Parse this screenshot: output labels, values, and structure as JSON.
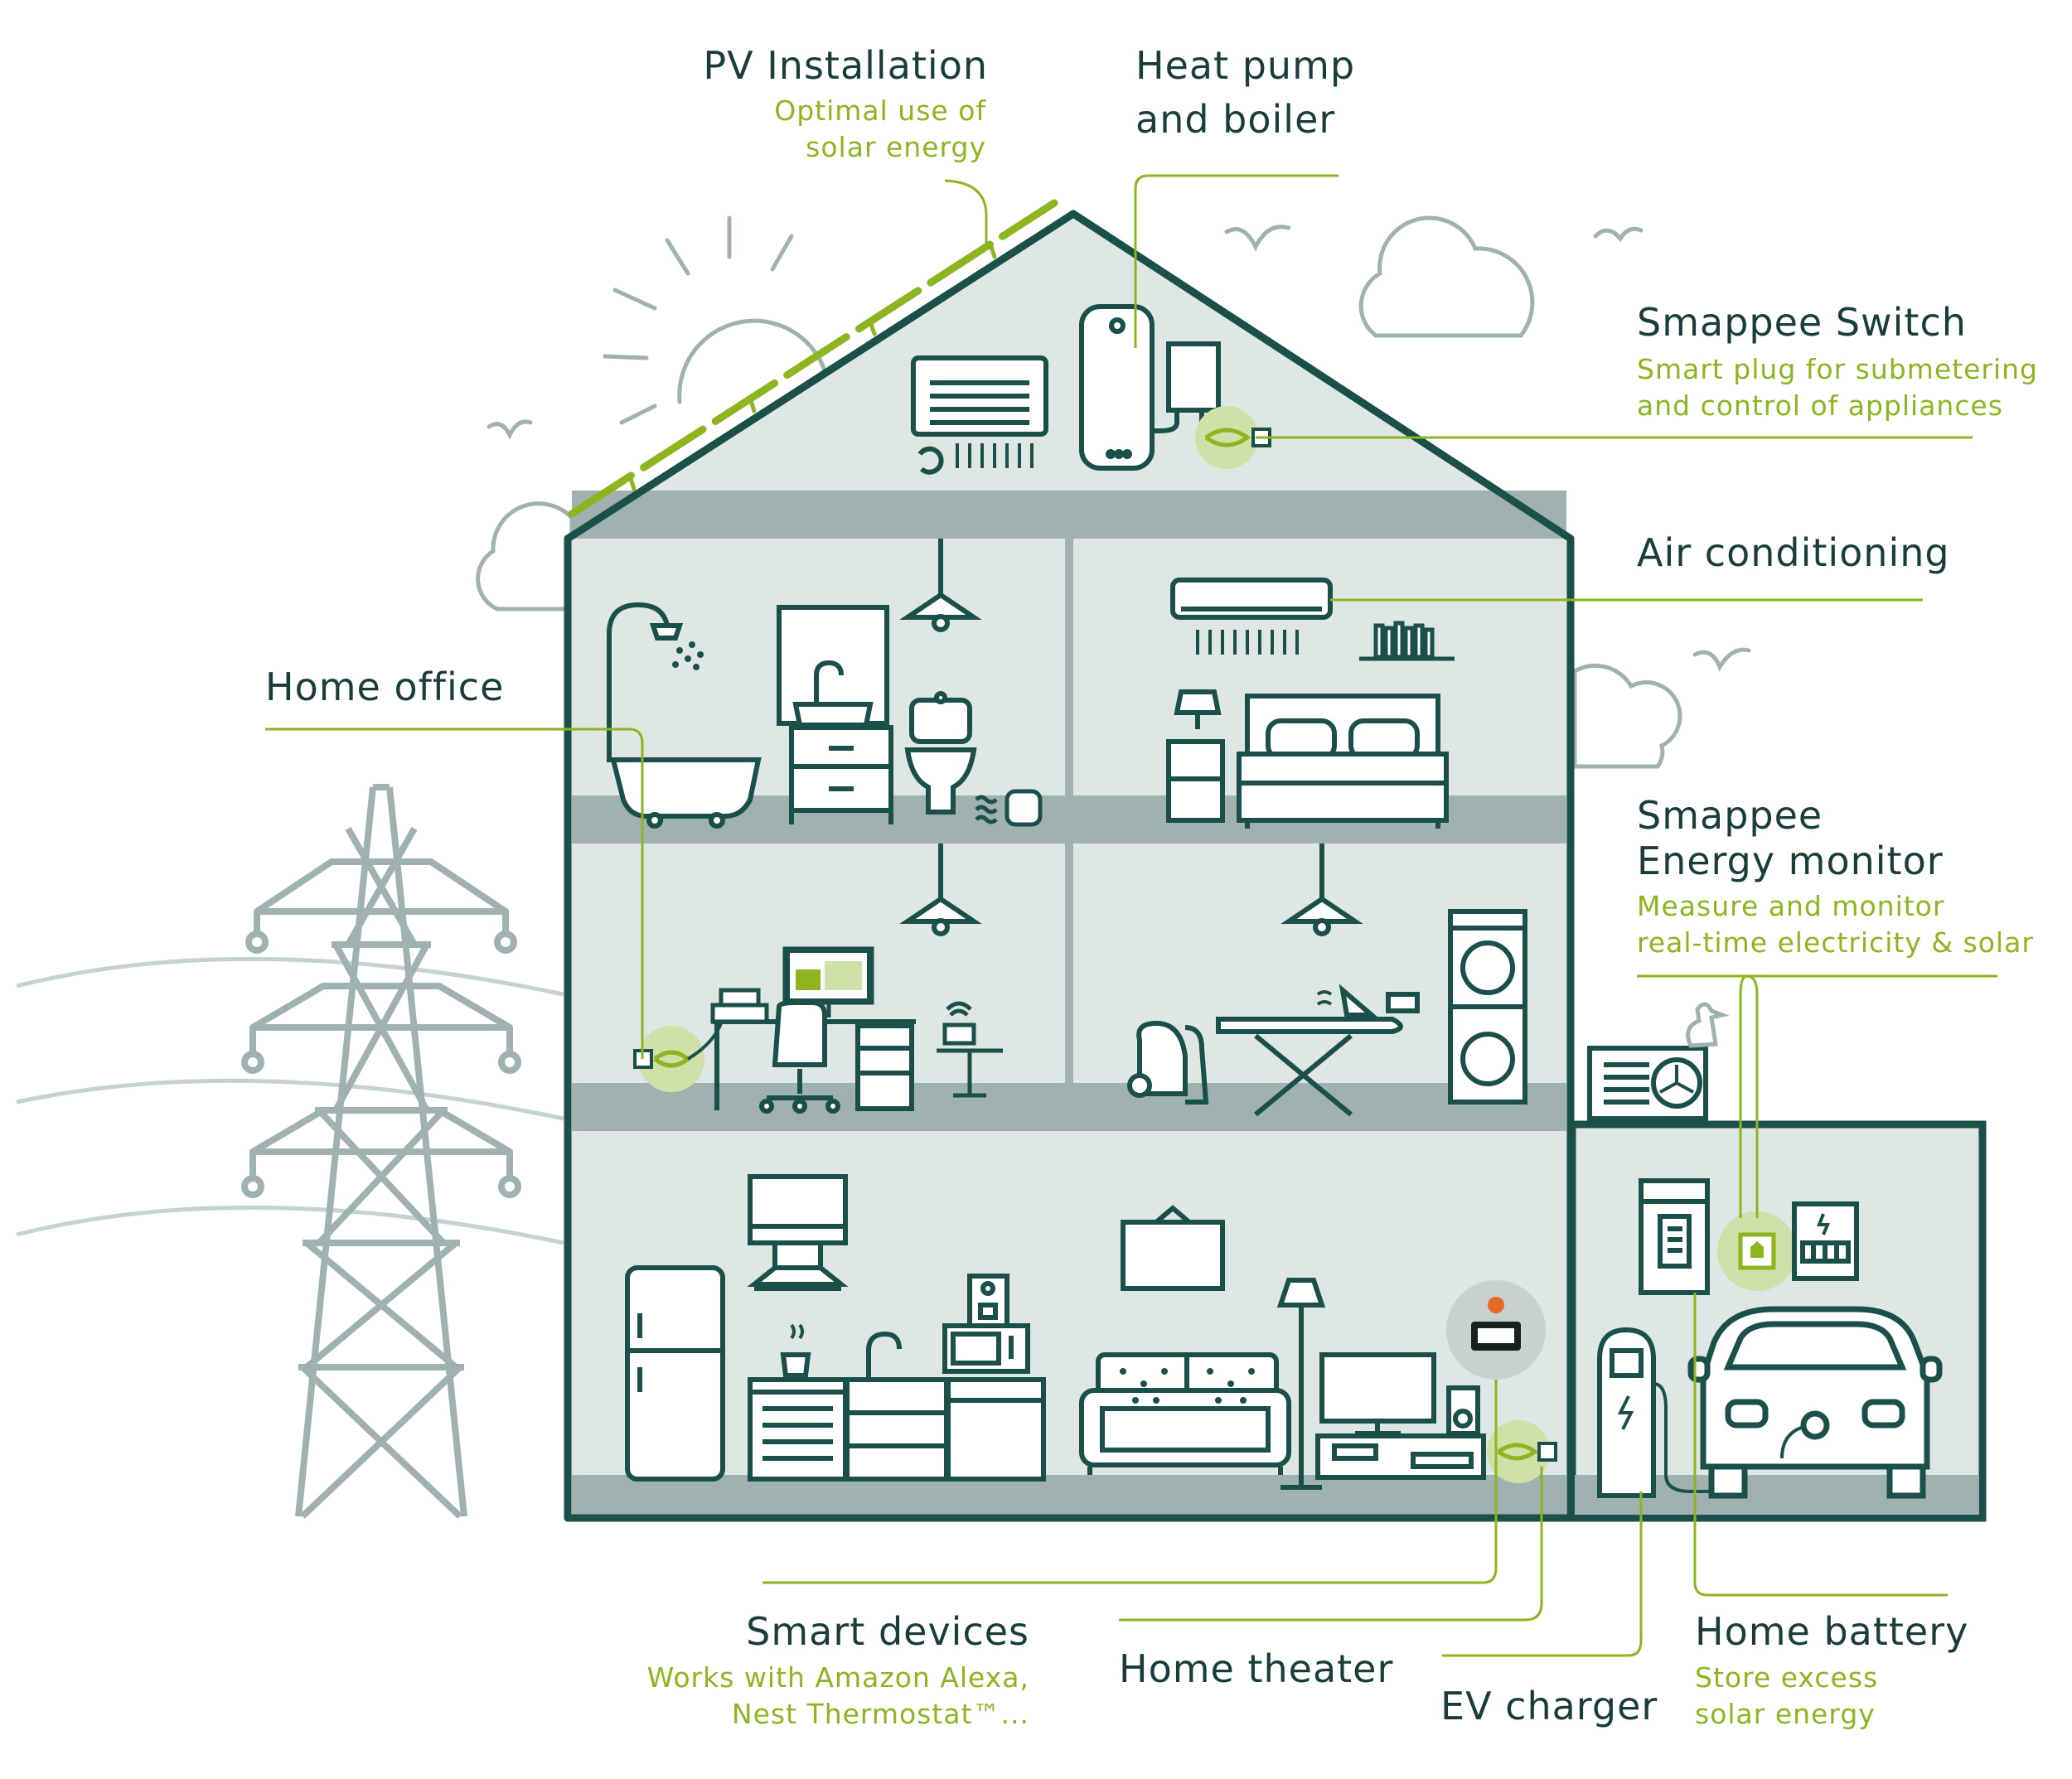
{
  "colors": {
    "dark": "#1b4f4a",
    "fill": "#dfe7e5",
    "floor": "#9fb2af",
    "green": "#8db520",
    "accent_light": "#cfe0a8",
    "sky": "#9fb2af"
  },
  "labels": {
    "pv": {
      "title": "PV Installation",
      "sub1": "Optimal use of",
      "sub2": "solar energy"
    },
    "heatpump": {
      "title1": "Heat pump",
      "title2": "and boiler"
    },
    "switch": {
      "title": "Smappee Switch",
      "sub1": "Smart plug for submetering",
      "sub2": "and control of appliances"
    },
    "aircon": {
      "title": "Air conditioning"
    },
    "office": {
      "title": "Home office"
    },
    "monitor": {
      "title1": "Smappee",
      "title2": "Energy monitor",
      "sub1": "Measure and monitor",
      "sub2": "real-time electricity & solar"
    },
    "smart": {
      "title": "Smart devices",
      "sub1": "Works with Amazon Alexa,",
      "sub2": "Nest Thermostat™..."
    },
    "theater": {
      "title": "Home theater"
    },
    "ev": {
      "title": "EV charger"
    },
    "battery": {
      "title": "Home battery",
      "sub1": "Store excess",
      "sub2": "solar energy"
    }
  },
  "icons": [
    "sun-icon",
    "cloud-icon",
    "bird-icon",
    "power-pylon-icon",
    "solar-panel-icon",
    "boiler-icon",
    "heat-pump-icon",
    "smart-plug-icon",
    "air-conditioner-icon",
    "bathtub-icon",
    "sink-icon",
    "toilet-icon",
    "bed-icon",
    "lamp-icon",
    "desk-icon",
    "computer-icon",
    "printer-icon",
    "router-icon",
    "vacuum-icon",
    "ironing-board-icon",
    "washer-dryer-icon",
    "fridge-icon",
    "stove-icon",
    "hood-icon",
    "microwave-icon",
    "coffee-machine-icon",
    "sofa-icon",
    "tv-icon",
    "speaker-icon",
    "thermostat-icon",
    "ev-charger-icon",
    "home-battery-icon",
    "energy-monitor-icon",
    "fuse-box-icon",
    "car-icon",
    "seagull-icon",
    "outdoor-unit-icon"
  ]
}
